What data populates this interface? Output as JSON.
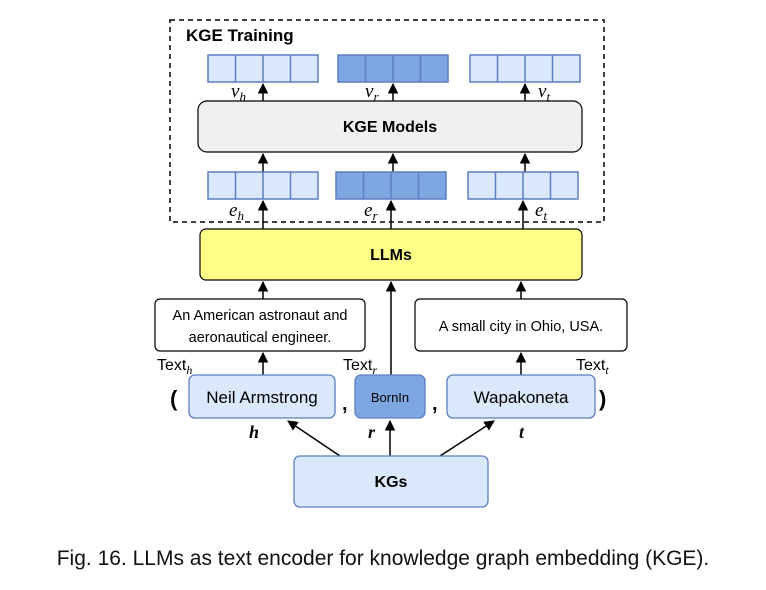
{
  "kge_training": {
    "title": "KGE Training",
    "models_label": "KGE Models",
    "output_vectors": {
      "head": "v",
      "head_sub": "h",
      "relation": "v",
      "relation_sub": "r",
      "tail": "v",
      "tail_sub": "t"
    },
    "input_vectors": {
      "head": "e",
      "head_sub": "h",
      "relation": "e",
      "relation_sub": "r",
      "tail": "e",
      "tail_sub": "t"
    }
  },
  "llms_label": "LLMs",
  "texts": {
    "head_line1": "An American astronaut and",
    "head_line2": "aeronautical engineer.",
    "tail": "A small city in Ohio, USA.",
    "head_label": "Text",
    "head_label_sub": "h",
    "relation_label": "Text",
    "relation_label_sub": "r",
    "tail_label": "Text",
    "tail_label_sub": "t"
  },
  "triple": {
    "open_paren": "(",
    "head": "Neil Armstrong",
    "comma1": ",",
    "relation": "BornIn",
    "comma2": ",",
    "tail": "Wapakoneta",
    "close_paren": ")",
    "head_symbol": "h",
    "relation_symbol": "r",
    "tail_symbol": "t"
  },
  "kgs_label": "KGs",
  "caption": "Fig. 16. LLMs as text encoder for knowledge graph embedding (KGE).",
  "colors": {
    "light_cell": "#dae8fc",
    "dark_cell": "#7ea6e0",
    "cell_border": "#5b7fc0",
    "models_fill": "#f0f0f0",
    "llms_fill": "#ffff88",
    "triple_fill": "#dae8fc",
    "relation_fill": "#7ea6e0"
  }
}
